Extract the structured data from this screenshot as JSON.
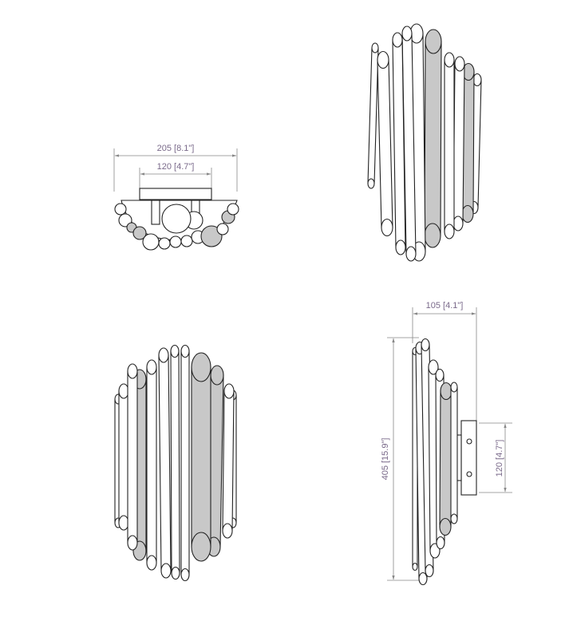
{
  "drawing": {
    "top_view": {
      "overall_width": "205 [8.1\"]",
      "plate_width": "120 [4.7\"]"
    },
    "side_view": {
      "depth": "105 [4.1\"]",
      "height": "405 [15.9\"]",
      "plate_height": "120 [4.7\"]"
    }
  }
}
